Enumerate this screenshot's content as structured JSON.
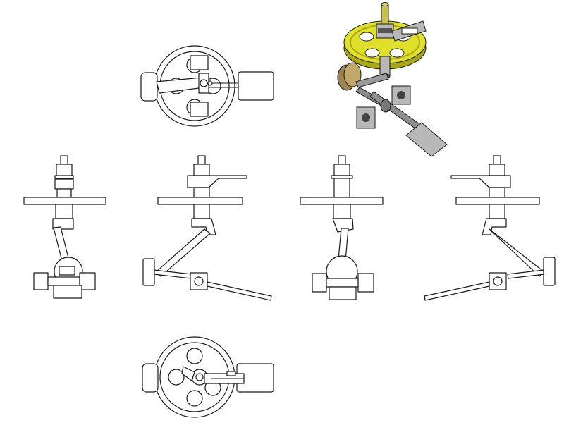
{
  "drawing": {
    "views": [
      {
        "id": "top-view",
        "label": ""
      },
      {
        "id": "isometric-view",
        "label": ""
      },
      {
        "id": "front-view",
        "label": ""
      },
      {
        "id": "left-side-view",
        "label": ""
      },
      {
        "id": "rear-view",
        "label": ""
      },
      {
        "id": "right-side-view",
        "label": ""
      },
      {
        "id": "bottom-view",
        "label": ""
      }
    ],
    "colors": {
      "line": "#1a1a1a",
      "paper": "#ffffff",
      "wheel_yellow": "#e0e02a",
      "wheel_yellow_dark": "#a8a814",
      "steel_gray": "#b8b8b8",
      "steel_dark": "#555555",
      "bronze": "#9b8450"
    }
  }
}
